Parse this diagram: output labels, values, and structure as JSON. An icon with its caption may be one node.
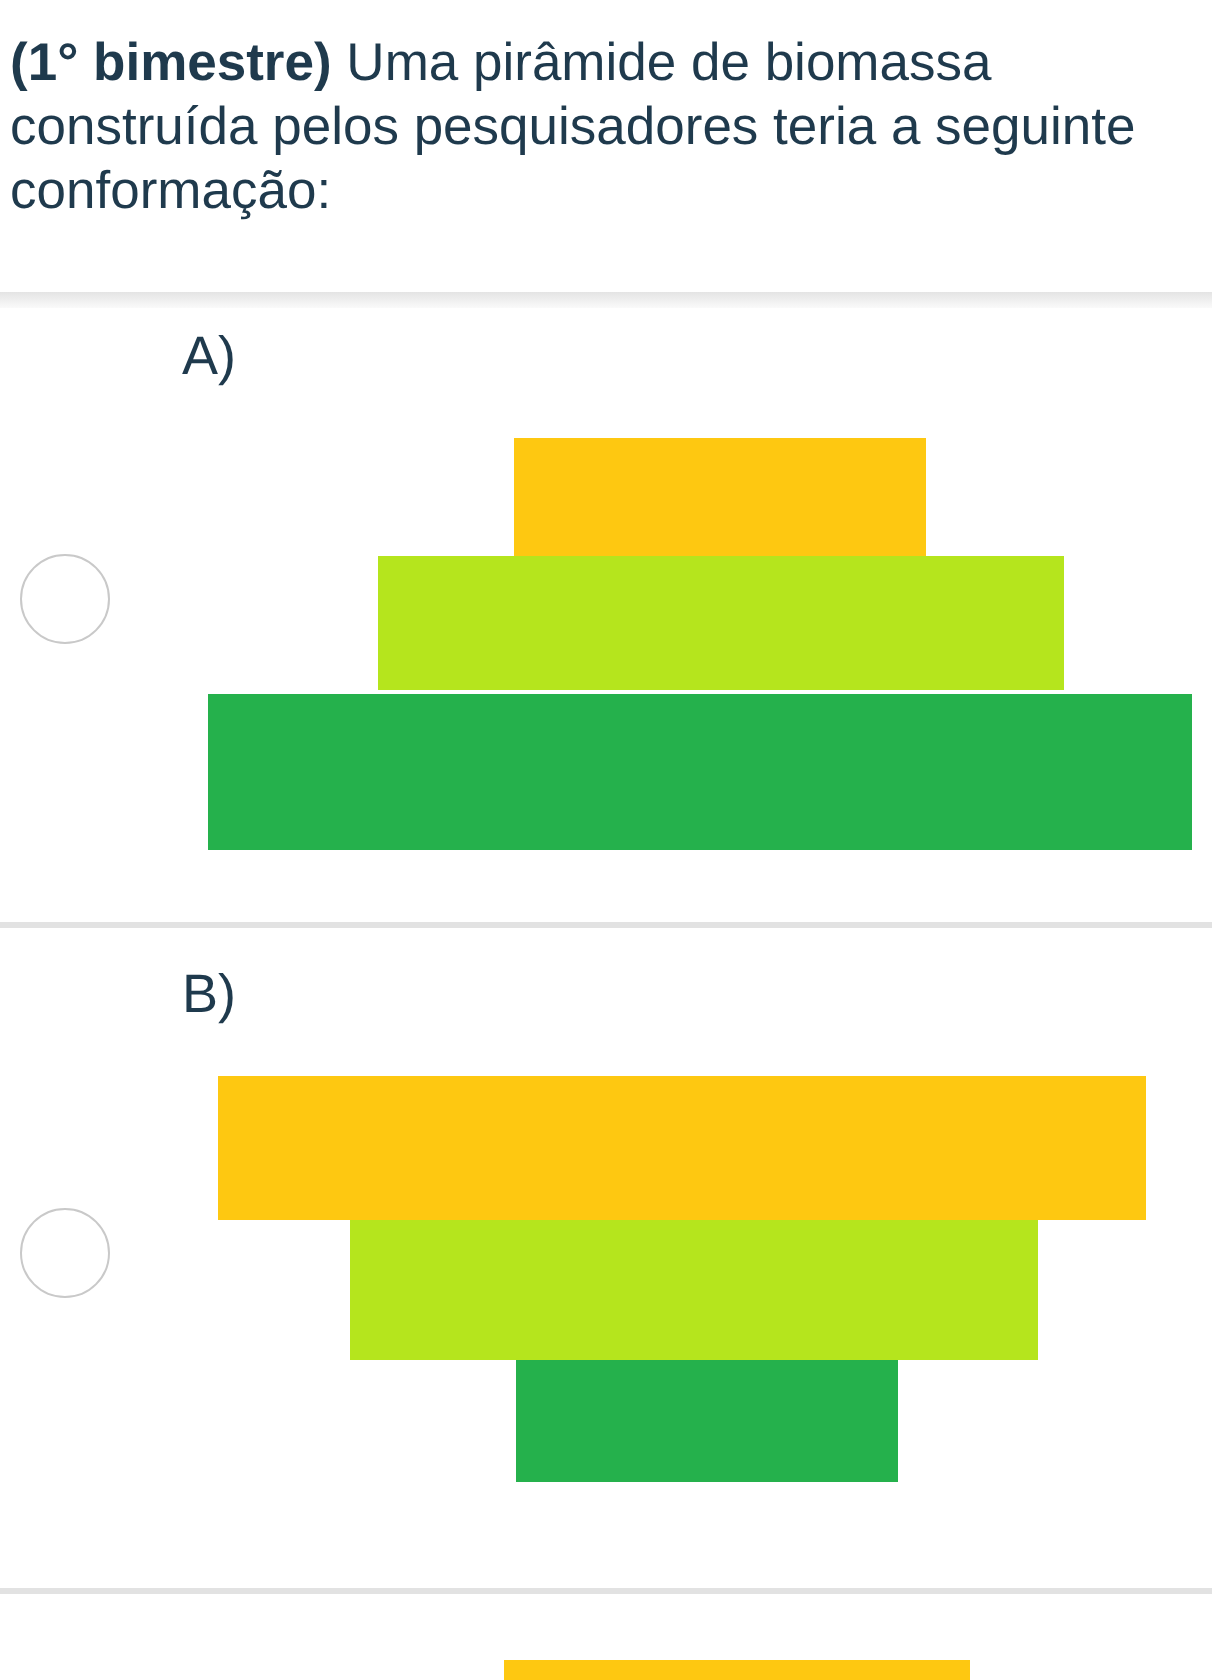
{
  "diagram": {
    "title": "**(1° bimestre)** Uma pirâmide de biomassa construída pelos pesquisadores teria a seguinte conformação:",
    "labels": [
      "A)",
      "B)"
    ]
  }
}
